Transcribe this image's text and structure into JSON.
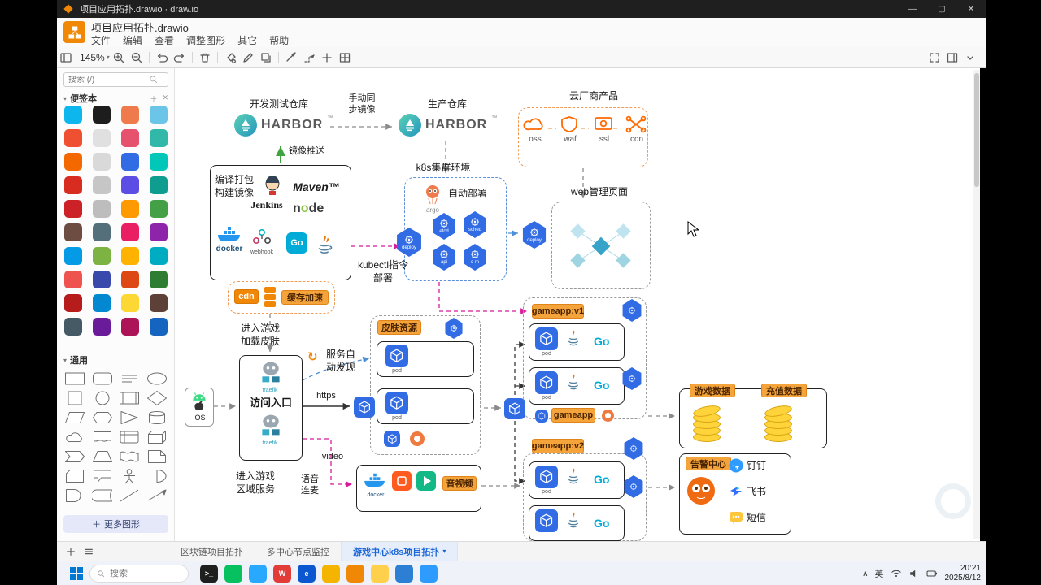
{
  "titlebar": {
    "title": "项目应用拓扑.drawio · draw.io",
    "minimize": "—",
    "maximize": "▢",
    "close": "✕"
  },
  "header": {
    "doc_title": "项目应用拓扑.drawio",
    "menus": [
      "文件",
      "编辑",
      "查看",
      "调整图形",
      "其它",
      "帮助"
    ]
  },
  "toolbar": {
    "zoom": "145%"
  },
  "sidebar": {
    "search_placeholder": "搜索 (/)",
    "scratchpad_label": "便签本",
    "general_label": "通用",
    "more_shapes_label": "更多图形",
    "scratchpad_colors": [
      "#0db7ed",
      "#1d1d1d",
      "#ef7b4d",
      "#6bc5e8",
      "#f05032",
      "#e0e0e0",
      "#e6526e",
      "#32b8a8",
      "#f46800",
      "#d9d9d9",
      "#326ce5",
      "#00c7b7",
      "#d82c20",
      "#c6c6c6",
      "#5c4ee5",
      "#0f9d8f",
      "#cc2127",
      "#bdbdbd",
      "#ff9900",
      "#43a047",
      "#6d4c41",
      "#546e7a",
      "#e91e63",
      "#8e24aa",
      "#039be5",
      "#7cb342",
      "#ffb300",
      "#00acc1",
      "#ef5350",
      "#3949ab",
      "#dd4814",
      "#2e7d32",
      "#b71c1c",
      "#0288d1",
      "#fdd835",
      "#5d4037",
      "#455a64",
      "#6a1b9a",
      "#ad1457",
      "#1565c0"
    ]
  },
  "tabs": {
    "items": [
      "区块链项目拓扑",
      "多中心节点监控",
      "游戏中心k8s项目拓扑"
    ]
  },
  "taskbar": {
    "search_placeholder": "搜索",
    "lang": "英",
    "time": "20:21",
    "date": "2025/8/12",
    "apps": [
      {
        "name": "taskbar-app-terminal",
        "color": "#1f1f1f",
        "glyph": ">_"
      },
      {
        "name": "taskbar-app-wechat",
        "color": "#07c160",
        "glyph": ""
      },
      {
        "name": "taskbar-app-qq",
        "color": "#29a8ff",
        "glyph": ""
      },
      {
        "name": "taskbar-app-wps",
        "color": "#e23c39",
        "glyph": "W"
      },
      {
        "name": "taskbar-app-edge",
        "color": "#0b57d0",
        "glyph": "e"
      },
      {
        "name": "taskbar-app-chrome",
        "color": "#f4b400",
        "glyph": ""
      },
      {
        "name": "taskbar-app-drawio",
        "color": "#f08705",
        "glyph": ""
      },
      {
        "name": "taskbar-app-files",
        "color": "#ffd04c",
        "glyph": ""
      },
      {
        "name": "taskbar-app-vscode",
        "color": "#2d7fd4",
        "glyph": ""
      },
      {
        "name": "taskbar-app-dingtalk",
        "color": "#2e9bff",
        "glyph": ""
      }
    ]
  },
  "diagram": {
    "dev_repo_label": "开发测试仓库",
    "sync_label": "手动同\n步镜像",
    "prod_repo_label": "生产仓库",
    "harbor_wordmark": "HARBOR",
    "harbor_tm": "™",
    "cloud_title": "云厂商产品",
    "cloud_items": [
      "oss",
      "waf",
      "ssl",
      "cdn"
    ],
    "push_label": "镜像推送",
    "build_title": "编译打包\n构建镜像",
    "jenkins_label": "Jenkins",
    "maven_label": "Maven™",
    "node_parts": [
      "n",
      "o",
      "de"
    ],
    "docker_label": "docker",
    "webhook_label": "webhook",
    "go_label": "Go",
    "k8s_title": "k8s集群环境",
    "argo_label": "argo",
    "auto_deploy_label": "自动部署",
    "k8s_components": [
      "etcd",
      "sched",
      "api",
      "c-m"
    ],
    "deploy_label": "deploy",
    "web_title": "web管理页面",
    "kubectl_label": "kubectl指令\n部署",
    "cdn_badge": "cdn",
    "cache_label": "缓存加速",
    "enter_skin_label": "进入游戏\n加载皮肤",
    "skin_badge": "皮肤资源",
    "discovery_label": "服务自\n动发现",
    "entry_label": "访问入口",
    "traefik_label": "traefik",
    "https_label": "https",
    "ios_label": "iOS",
    "pod_label": "pod",
    "gameapp_v1_badge": "gameapp:v1",
    "gameapp_badge": "gameapp",
    "gameapp_v2_badge": "gameapp:v2",
    "game_data_badge": "游戏数据",
    "recharge_badge": "充值数据",
    "alert_badge": "告警中心",
    "dingtalk_label": "钉钉",
    "feishu_label": "飞书",
    "sms_label": "短信",
    "enter_region_label": "进入游戏\n区域服务",
    "voice_label": "语音\n连麦",
    "video_label": "video",
    "av_badge": "音视频"
  }
}
